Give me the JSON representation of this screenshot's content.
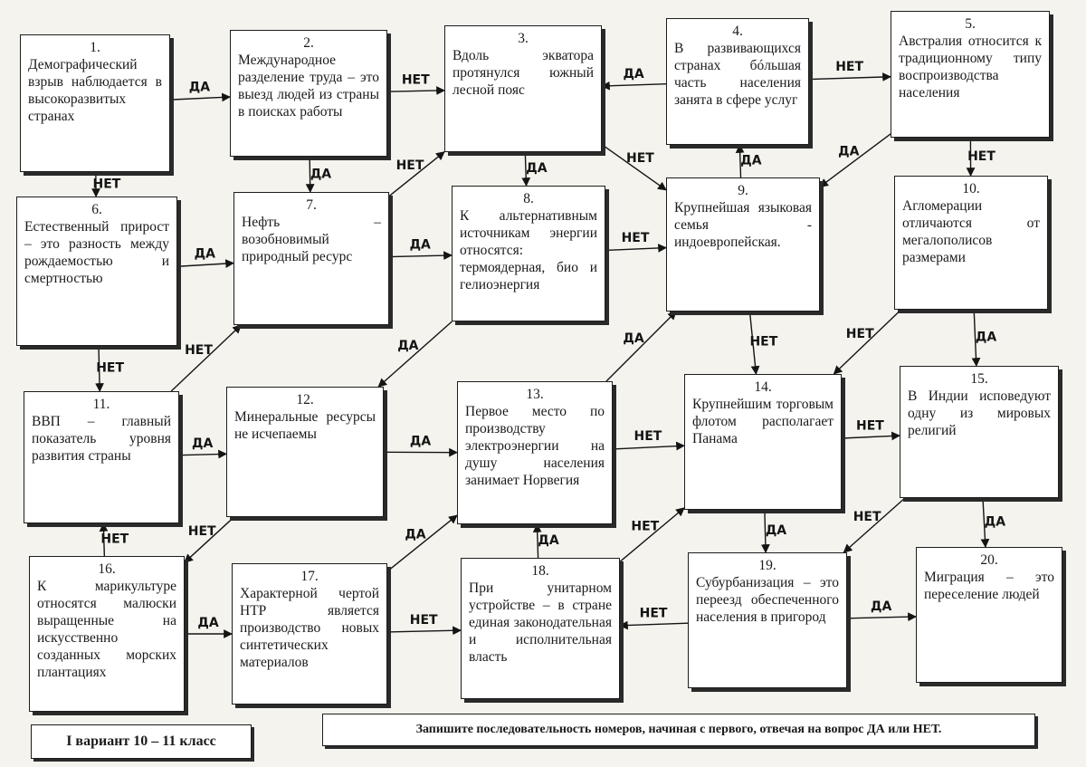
{
  "colors": {
    "background": "#f4f3ee",
    "box_border": "#1d1d1d",
    "box_fill": "#ffffff"
  },
  "nodes": {
    "n1": {
      "num": "1.",
      "text": "Демографический взрыв наблюдается в высокоразвитых странах"
    },
    "n2": {
      "num": "2.",
      "text": "Международное разделение труда – это выезд людей из страны в поисках работы"
    },
    "n3": {
      "num": "3.",
      "text": "Вдоль экватора протянулся южный лесной пояс"
    },
    "n4": {
      "num": "4.",
      "text": "В развивающихся странах бóльшая часть населения занята в сфере услуг"
    },
    "n5": {
      "num": "5.",
      "text": "Австралия относится к традиционному типу воспроизводства населения"
    },
    "n6": {
      "num": "6.",
      "text": "Естественный прирост – это разность между рождаемостью и смертностью"
    },
    "n7": {
      "num": "7.",
      "text": "Нефть – возобновимый природный ресурс"
    },
    "n8": {
      "num": "8.",
      "text": "К альтернативным источникам энергии относятся: термоядерная, био и гелиоэнергия"
    },
    "n9": {
      "num": "9.",
      "text": "Крупнейшая языковая семья - индоевропейская."
    },
    "n10": {
      "num": "10.",
      "text": "Агломерации отличаются от мегалополисов размерами"
    },
    "n11": {
      "num": "11.",
      "text": "ВВП – главный показатель уровня развития страны"
    },
    "n12": {
      "num": "12.",
      "text": "Минеральные ресурсы не исчепаемы"
    },
    "n13": {
      "num": "13.",
      "text": "Первое место по производству электроэнергии на душу населения занимает Норвегия"
    },
    "n14": {
      "num": "14.",
      "text": "Крупнейшим торговым флотом располагает Панама"
    },
    "n15": {
      "num": "15.",
      "text": "В Индии исповедуют одну из мировых религий"
    },
    "n16": {
      "num": "16.",
      "text": "К марикультуре относятся малюски выращенные на искусственно созданных морских плантациях"
    },
    "n17": {
      "num": "17.",
      "text": "Характерной чертой НТР является производство новых синтетических материалов"
    },
    "n18": {
      "num": "18.",
      "text": "При унитарном устройстве – в стране единая законодательная и исполнительная власть"
    },
    "n19": {
      "num": "19.",
      "text": "Субурбанизация – это переезд обеспеченного населения в пригород"
    },
    "n20": {
      "num": "20.",
      "text": "Миграция – это переселение людей"
    }
  },
  "edge_labels": {
    "yes": "ДА",
    "no": "НЕТ"
  },
  "edges": [
    {
      "from": "n1",
      "to": "n2",
      "label": "yes"
    },
    {
      "from": "n1",
      "to": "n6",
      "label": "no"
    },
    {
      "from": "n2",
      "to": "n3",
      "label": "no"
    },
    {
      "from": "n2",
      "to": "n7",
      "label": "yes"
    },
    {
      "from": "n4",
      "to": "n3",
      "label": "yes"
    },
    {
      "from": "n4",
      "to": "n5",
      "label": "no"
    },
    {
      "from": "n3",
      "to": "n8",
      "label": "yes"
    },
    {
      "from": "n3",
      "to": "n9",
      "label": "no"
    },
    {
      "from": "n5",
      "to": "n10",
      "label": "no"
    },
    {
      "from": "n5",
      "to": "n9",
      "label": "yes"
    },
    {
      "from": "n6",
      "to": "n7",
      "label": "yes"
    },
    {
      "from": "n6",
      "to": "n11",
      "label": "no"
    },
    {
      "from": "n7",
      "to": "n3",
      "label": "no"
    },
    {
      "from": "n7",
      "to": "n8",
      "label": "yes"
    },
    {
      "from": "n8",
      "to": "n9",
      "label": "no"
    },
    {
      "from": "n8",
      "to": "n12",
      "label": "yes"
    },
    {
      "from": "n9",
      "to": "n4",
      "label": "yes"
    },
    {
      "from": "n9",
      "to": "n14",
      "label": "no"
    },
    {
      "from": "n10",
      "to": "n14",
      "label": "no"
    },
    {
      "from": "n10",
      "to": "n15",
      "label": "yes"
    },
    {
      "from": "n11",
      "to": "n7",
      "label": "no"
    },
    {
      "from": "n11",
      "to": "n12",
      "label": "yes"
    },
    {
      "from": "n12",
      "to": "n13",
      "label": "yes"
    },
    {
      "from": "n12",
      "to": "n16",
      "label": "no"
    },
    {
      "from": "n13",
      "to": "n14",
      "label": "no"
    },
    {
      "from": "n13",
      "to": "n9",
      "label": "yes"
    },
    {
      "from": "n14",
      "to": "n15",
      "label": "no"
    },
    {
      "from": "n14",
      "to": "n19",
      "label": "yes"
    },
    {
      "from": "n15",
      "to": "n20",
      "label": "yes"
    },
    {
      "from": "n15",
      "to": "n19",
      "label": "no"
    },
    {
      "from": "n16",
      "to": "n11",
      "label": "no"
    },
    {
      "from": "n16",
      "to": "n17",
      "label": "yes"
    },
    {
      "from": "n17",
      "to": "n13",
      "label": "yes"
    },
    {
      "from": "n17",
      "to": "n18",
      "label": "no"
    },
    {
      "from": "n18",
      "to": "n13",
      "label": "yes"
    },
    {
      "from": "n18",
      "to": "n14",
      "label": "no"
    },
    {
      "from": "n19",
      "to": "n18",
      "label": "no"
    },
    {
      "from": "n19",
      "to": "n20",
      "label": "yes"
    }
  ],
  "footer": {
    "variant": "I вариант 10 – 11 класс",
    "instruction": "Запишите последовательность номеров, начиная с первого, отвечая на вопрос ДА или НЕТ."
  }
}
